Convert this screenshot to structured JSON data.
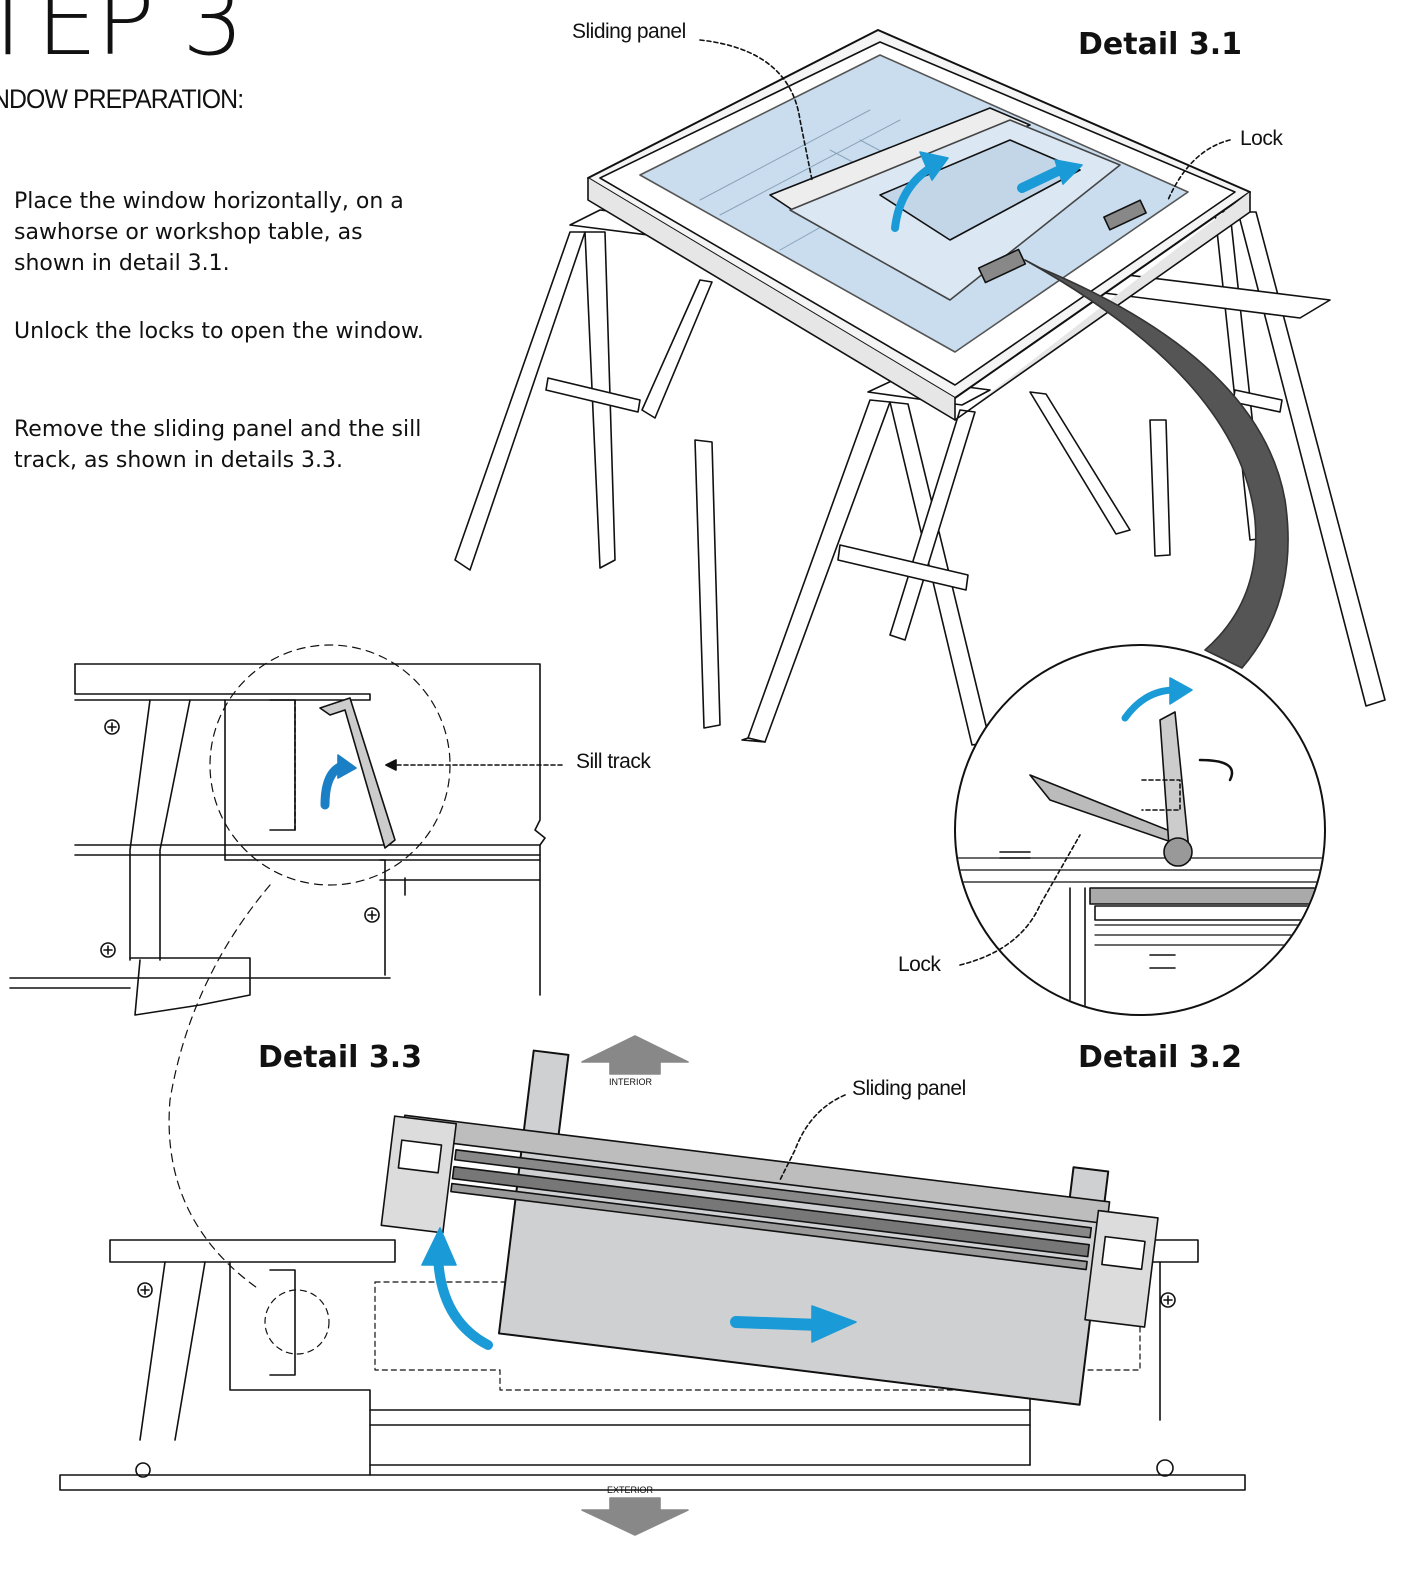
{
  "header": {
    "title": "TEP 3",
    "subtitle": "NDOW PREPARATION:"
  },
  "instructions": [
    "Place the window horizontally, on a sawhorse or workshop table, as shown in detail 3.1.",
    "Unlock the locks to open the window.",
    "Remove the sliding panel and the sill track, as shown in details 3.3."
  ],
  "details": {
    "d31": "Detail 3.1",
    "d32": "Detail 3.2",
    "d33": "Detail 3.3"
  },
  "callouts": {
    "sliding_panel_top": "Sliding panel",
    "lock_top": "Lock",
    "sill_track": "Sill track",
    "lock_bottom": "Lock",
    "sliding_panel_bottom": "Sliding panel"
  },
  "orientation": {
    "interior": "INTERIOR",
    "exterior": "EXTERIOR"
  },
  "colors": {
    "accent_arrow": "#1a9ad6",
    "panel_fill": "#cfd0d2",
    "glass": "#c9ddef",
    "line": "#111111"
  }
}
